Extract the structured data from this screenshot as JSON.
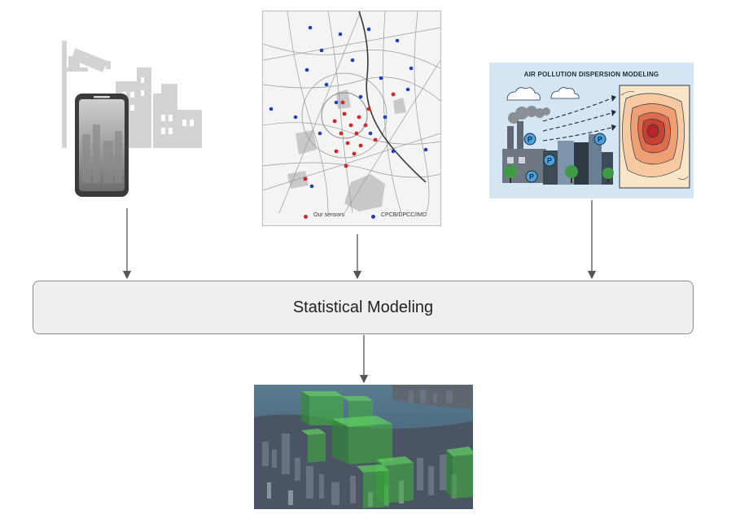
{
  "central": {
    "label": "Statistical Modeling"
  },
  "inputs": {
    "phone": {
      "icon": "smartphone-smog-icon"
    },
    "map": {
      "legend": [
        {
          "label": "Our sensors",
          "color": "#d6262b"
        },
        {
          "label": "CPCB/DPCC/IMD",
          "color": "#1f3fbf"
        }
      ]
    },
    "dispersion": {
      "title": "AIR POLLUTION DISPERSION MODELING",
      "parking_letter": "P"
    }
  },
  "output": {
    "icon": "3d-city-pollution-icon"
  },
  "colors": {
    "arrow": "#555555",
    "box_fill": "#efefef",
    "box_border": "#8c8c8c",
    "icon_gray": "#d3d3d3",
    "dispersion_bg": "#d4e6f3",
    "heatmap_core": "#b5272a",
    "volume_green": "#3fae3f"
  }
}
